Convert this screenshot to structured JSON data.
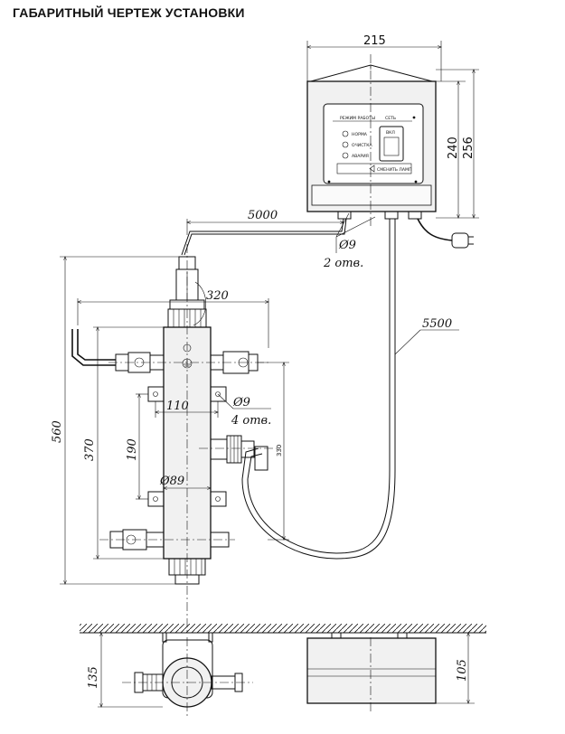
{
  "title": "ГАБАРИТНЫЙ ЧЕРТЕЖ УСТАНОВКИ",
  "control_panel": {
    "mode_heading": "РЕЖИМ РАБОТЫ",
    "network_heading": "СЕТЬ",
    "indicators": [
      "НОРМА",
      "ОЧИСТКА",
      "АВАРИЯ"
    ],
    "switch_label": "ВКЛ",
    "button_label": "СМЕНИТЬ ЛАМП"
  },
  "dimensions": {
    "panel_width": "215",
    "panel_body_height": "240",
    "panel_total_height": "256",
    "cable_sensor": "5000",
    "cable_power": "5500",
    "panel_hole": "Ø9",
    "panel_hole_count": "2 отв.",
    "unit_width": "320",
    "mount_spacing_h": "110",
    "mount_hole": "Ø9",
    "mount_hole_count": "4 отв.",
    "overall_height": "560",
    "body_height": "370",
    "mount_spacing_v": "190",
    "tube_diameter": "Ø89",
    "outlet_height": "330",
    "wall_offset_unit": "135",
    "wall_offset_panel": "105"
  }
}
